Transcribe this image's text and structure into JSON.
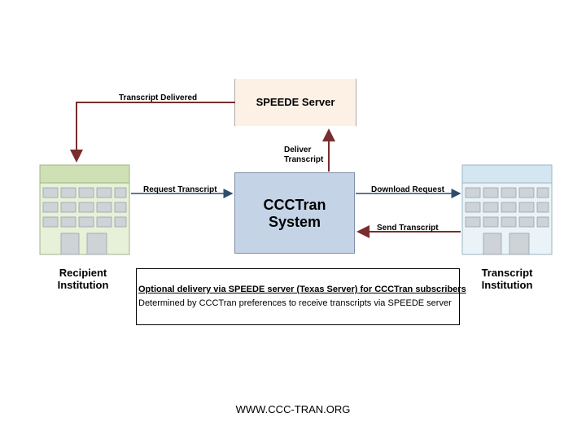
{
  "nodes": {
    "speede_server": "SPEEDE Server",
    "ccctran_line1": "CCCTran",
    "ccctran_line2": "System",
    "recipient_line1": "Recipient",
    "recipient_line2": "Institution",
    "transcript_line1": "Transcript",
    "transcript_line2": "Institution"
  },
  "arrows": {
    "transcript_delivered": "Transcript Delivered",
    "deliver_line1": "Deliver",
    "deliver_line2": "Transcript",
    "request_transcript": "Request Transcript",
    "download_request": "Download Request",
    "send_transcript": "Send Transcript"
  },
  "note": {
    "line1": "Optional delivery via SPEEDE server (Texas Server) for CCCTran subscribers",
    "line2": "Determined by CCCTran preferences to receive transcripts via SPEEDE server"
  },
  "footer": "WWW.CCC-TRAN.ORG",
  "colors": {
    "speede_arrow": "#7a2d2d",
    "system_arrow": "#2e4d6b",
    "recipient_building": "#cfe0b4",
    "transcript_building": "#d4e7f0",
    "ccctran_box": "#c5d3e6",
    "speede_box": "#fdf1e6"
  }
}
